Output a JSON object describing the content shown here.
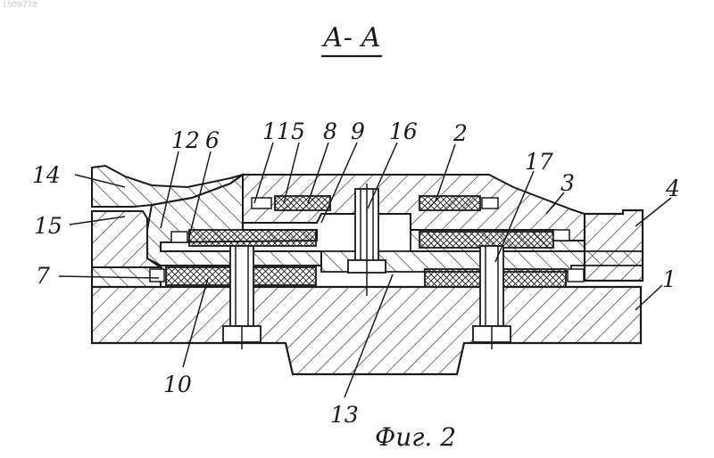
{
  "corner_text": "1509778",
  "section_title": "А- А",
  "figure_caption": "Фиг. 2",
  "callouts": [
    {
      "id": "1",
      "text": "1"
    },
    {
      "id": "2",
      "text": "2"
    },
    {
      "id": "3",
      "text": "3"
    },
    {
      "id": "4",
      "text": "4"
    },
    {
      "id": "5",
      "text": "5"
    },
    {
      "id": "6",
      "text": "6"
    },
    {
      "id": "7",
      "text": "7"
    },
    {
      "id": "8",
      "text": "8"
    },
    {
      "id": "9",
      "text": "9"
    },
    {
      "id": "10",
      "text": "10"
    },
    {
      "id": "11",
      "text": "11"
    },
    {
      "id": "12",
      "text": "12"
    },
    {
      "id": "13",
      "text": "13"
    },
    {
      "id": "14",
      "text": "14"
    },
    {
      "id": "15",
      "text": "15"
    },
    {
      "id": "16",
      "text": "16"
    },
    {
      "id": "17",
      "text": "17"
    }
  ]
}
